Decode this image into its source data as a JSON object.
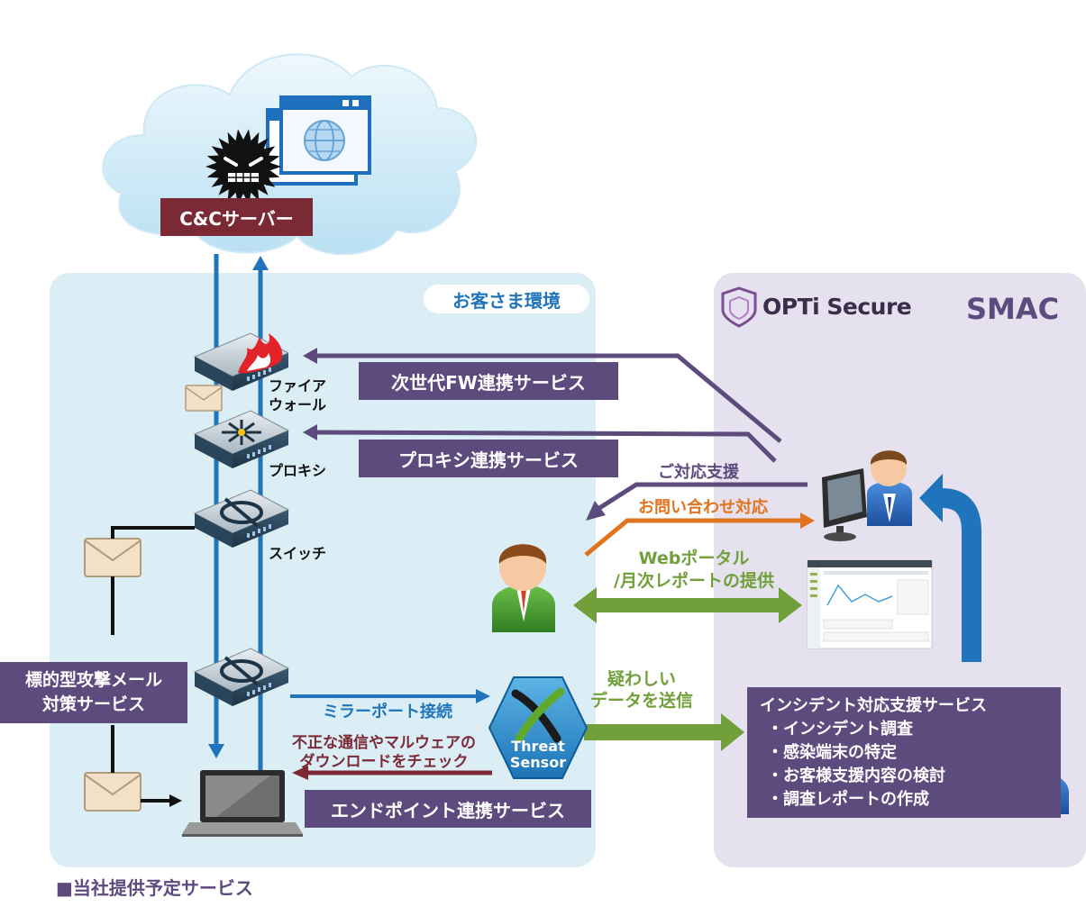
{
  "cloud": {
    "server_label": "C&Cサーバー"
  },
  "customer_env": {
    "label": "お客さま環境"
  },
  "smac": {
    "brand": "OPTi Secure",
    "label": "SMAC"
  },
  "devices": {
    "firewall": "ファイア\nウォール",
    "proxy": "プロキシ",
    "switch": "スイッチ"
  },
  "services": {
    "next_gen_fw": "次世代FW連携サービス",
    "proxy": "プロキシ連携サービス",
    "targeted_mail": "標的型攻撃メール\n対策サービス",
    "endpoint": "エンドポイント連携サービス"
  },
  "flows": {
    "support": "ご対応支援",
    "inquiry": "お問い合わせ対応",
    "portal": "Webポータル\n/月次レポートの提供",
    "mirror_port": "ミラーポート接続",
    "check": "不正な通信やマルウェアの\nダウンロードをチェック",
    "send_suspicious": "疑わしい\nデータを送信"
  },
  "threat_sensor": {
    "line1": "Threat",
    "line2": "Sensor"
  },
  "incident": {
    "title": "インシデント対応支援サービス",
    "items": [
      "・インシデント調査",
      "・感染端末の特定",
      "・お客様支援内容の検討",
      "・調査レポートの作成"
    ]
  },
  "footer": {
    "note": "■当社提供予定サービス"
  },
  "colors": {
    "purple": "#5e4b7e",
    "dark_red": "#7b2a35",
    "blue": "#1f74bb",
    "orange": "#e2731e",
    "green": "#71a03a"
  }
}
